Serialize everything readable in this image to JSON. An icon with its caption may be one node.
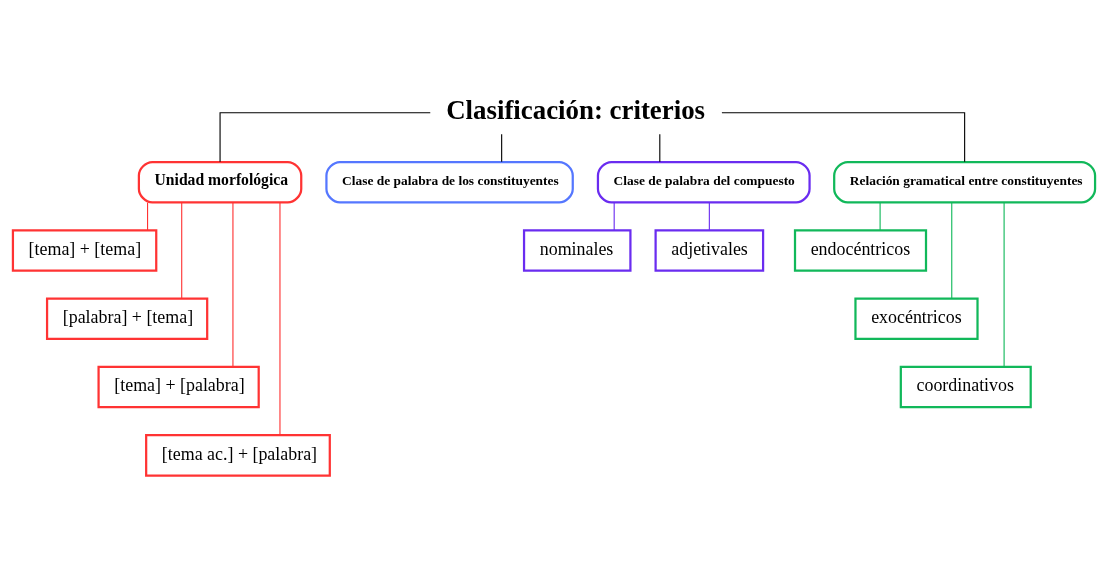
{
  "diagram": {
    "nodes": [
      {
        "text": [
          "Clasificación: criterios"
        ]
      },
      {
        "text": [
          "Unidad morfológica"
        ]
      },
      {
        "text": [
          "Clase de palabra de los constituyentes"
        ]
      },
      {
        "text": [
          "Clase de palabra del compuesto"
        ]
      },
      {
        "text": [
          "Relación gramatical entre constituyentes"
        ]
      },
      {
        "text": [
          "[tema] + [tema]"
        ]
      },
      {
        "text": [
          "[palabra] + [tema]"
        ]
      },
      {
        "text": [
          "[tema] + [palabra]"
        ]
      },
      {
        "text": [
          "[tema ac.] + [palabra]"
        ]
      },
      {
        "text": [
          "nominales"
        ]
      },
      {
        "text": [
          "adjetivales"
        ]
      },
      {
        "text": [
          "endocéntricos"
        ]
      },
      {
        "text": [
          "exocéntricos"
        ]
      },
      {
        "text": [
          "coordinativos"
        ]
      }
    ],
    "edges": [
      {
        "from": 0,
        "to": 1,
        "arrow": "none",
        "color": "#000000"
      },
      {
        "from": 0,
        "to": 2,
        "arrow": "none",
        "color": "#000000"
      },
      {
        "from": 0,
        "to": 3,
        "arrow": "none",
        "color": "#000000"
      },
      {
        "from": 0,
        "to": 4,
        "arrow": "none",
        "color": "#000000"
      },
      {
        "from": 1,
        "to": 5,
        "arrow": "none",
        "color": "#ff3333"
      },
      {
        "from": 1,
        "to": 6,
        "arrow": "none",
        "color": "#ff3333"
      },
      {
        "from": 1,
        "to": 7,
        "arrow": "none",
        "color": "#ff3333"
      },
      {
        "from": 1,
        "to": 8,
        "arrow": "none",
        "color": "#ff3333"
      },
      {
        "from": 3,
        "to": 9,
        "arrow": "none",
        "color": "#6a2cf0"
      },
      {
        "from": 3,
        "to": 10,
        "arrow": "none",
        "color": "#6a2cf0"
      },
      {
        "from": 4,
        "to": 11,
        "arrow": "none",
        "color": "#11b85a"
      },
      {
        "from": 4,
        "to": 12,
        "arrow": "none",
        "color": "#11b85a"
      },
      {
        "from": 4,
        "to": 13,
        "arrow": "none",
        "color": "#11b85a"
      }
    ]
  }
}
